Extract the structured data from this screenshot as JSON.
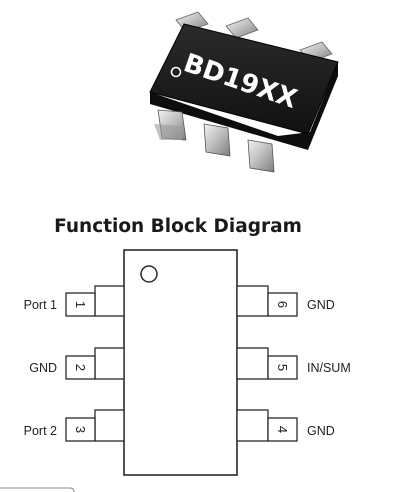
{
  "chip": {
    "marking": "BD19XX"
  },
  "diagram": {
    "title": "Function Block Diagram",
    "pins_left": [
      {
        "number": "1",
        "label": "Port 1"
      },
      {
        "number": "2",
        "label": "GND"
      },
      {
        "number": "3",
        "label": "Port 2"
      }
    ],
    "pins_right": [
      {
        "number": "6",
        "label": "GND"
      },
      {
        "number": "5",
        "label": "IN/SUM"
      },
      {
        "number": "4",
        "label": "GND"
      }
    ]
  },
  "colors": {
    "chip_body": "#1c1c1c",
    "lead_metal": "#c9c9c9",
    "line": "#2a2a2a"
  }
}
